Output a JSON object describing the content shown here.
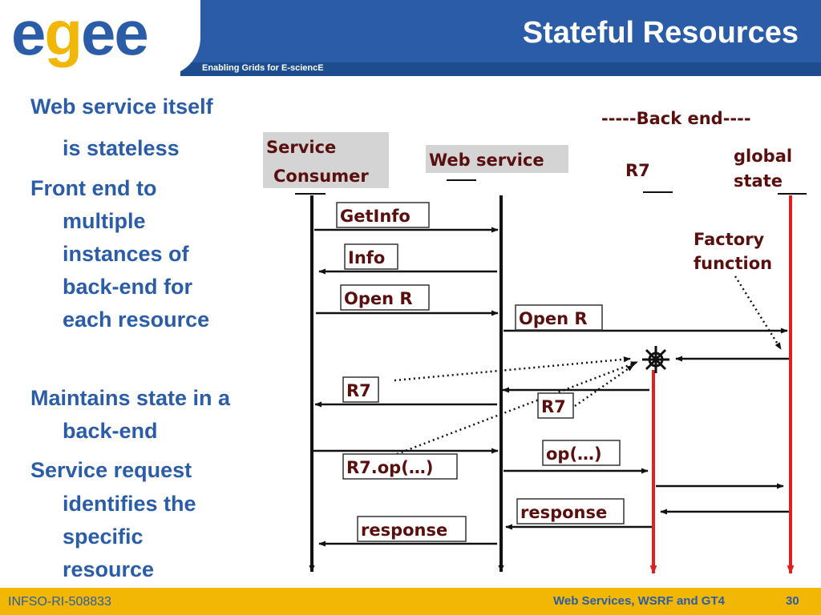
{
  "header": {
    "logo": "egee",
    "tagline": "Enabling Grids for E-sciencE",
    "title": "Stateful Resources"
  },
  "bullets": [
    "Web service itself",
    "is stateless",
    "Front end to",
    "multiple",
    "instances of",
    "back-end for",
    "each resource",
    "Maintains state in a",
    "back-end",
    "Service request",
    "identifies the",
    "specific",
    "resource"
  ],
  "diagram": {
    "back_end_label": "-----Back end----",
    "participants": {
      "consumer_line1": "Service",
      "consumer_line2": "Consumer",
      "web_service": "Web service",
      "r7": "R7",
      "global_line1": "global",
      "global_line2": "state"
    },
    "factory_line1": "Factory",
    "factory_line2": "function",
    "messages": {
      "getinfo": "GetInfo",
      "info": "Info",
      "open_r_1": "Open R",
      "open_r_2": "Open R",
      "r7_1": "R7",
      "r7_2": "R7",
      "r7_op": "R7.op(…)",
      "op": "op(…)",
      "response_1": "response",
      "response_2": "response"
    },
    "colors": {
      "lifeline_red": "#e02020",
      "dark_text": "#5a0f0f",
      "blue": "#2a5ca8",
      "gold": "#f2b705"
    }
  },
  "footer": {
    "left": "INFSO-RI-508833",
    "right": "Web Services, WSRF and GT4",
    "page": "30"
  }
}
